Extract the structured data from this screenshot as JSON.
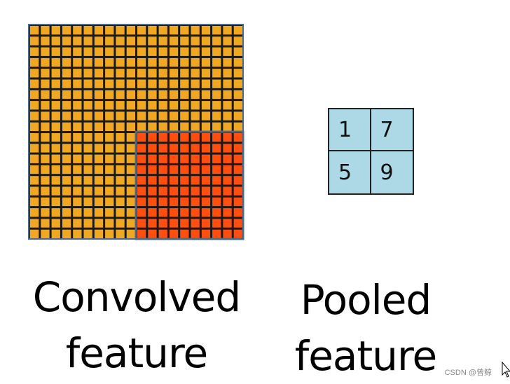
{
  "convolved": {
    "grid_size": 20,
    "cell_color": "#f0a823",
    "highlight_color": "#ff4f10",
    "gridline_color": "#1a1a1a",
    "highlight_border_color": "#4a6a8a",
    "caption_line1": "Convolved",
    "caption_line2": "feature"
  },
  "pooled": {
    "cells": [
      "1",
      "7",
      "5",
      "9"
    ],
    "cell_color": "#add8e6",
    "caption_line1": "Pooled",
    "caption_line2": "feature"
  },
  "watermark": "CSDN @曾鲸",
  "icons": {
    "cursor": "mouse-cursor-icon"
  }
}
